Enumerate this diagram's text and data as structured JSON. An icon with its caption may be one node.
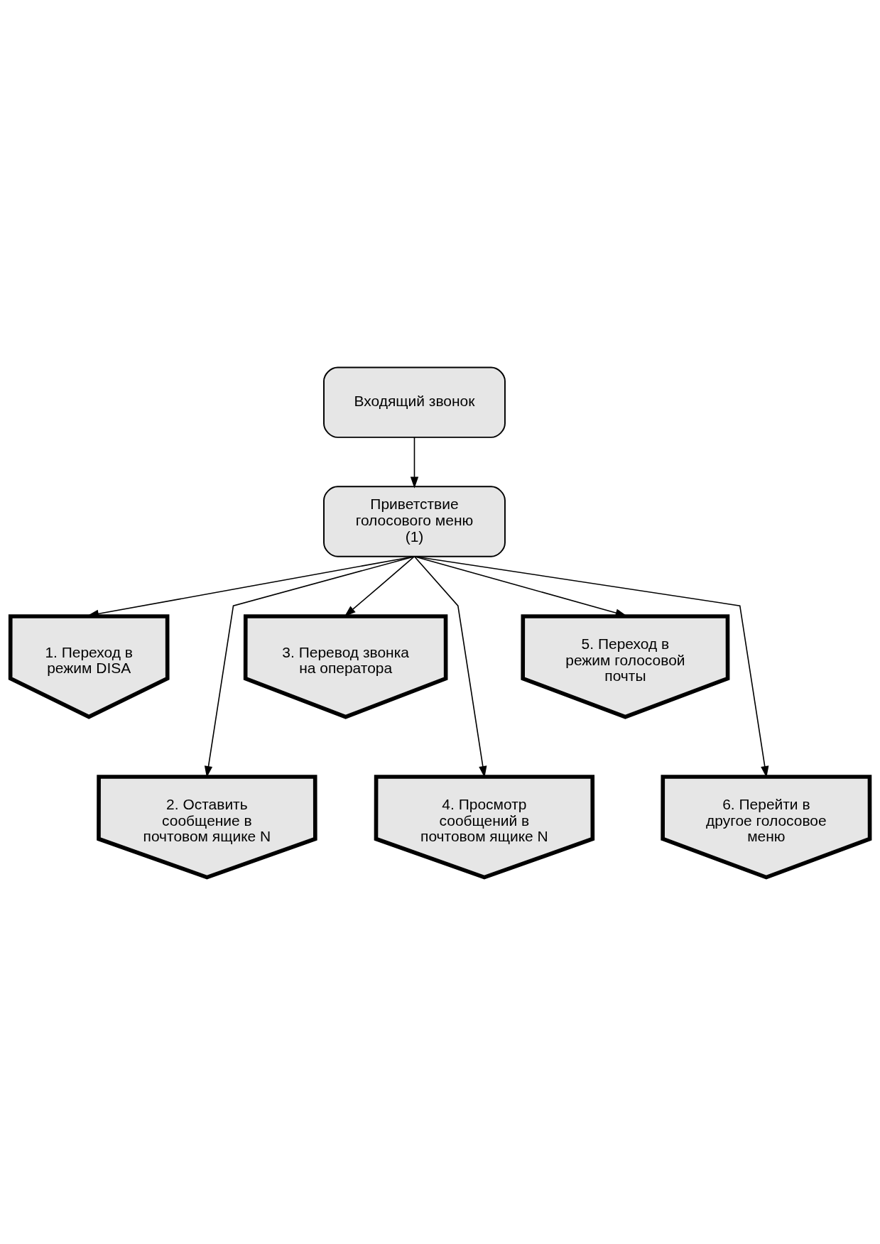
{
  "diagram": {
    "nodes": [
      {
        "text": [
          "Входящий звонок"
        ]
      },
      {
        "text": [
          "Приветствие голосового меню (1)"
        ]
      },
      {
        "text": [
          "1. Переход в режим DISA"
        ]
      },
      {
        "text": [
          "2. Оставить сообщение в почтовом ящике N"
        ]
      },
      {
        "text": [
          "3. Перевод звонка на оператора"
        ]
      },
      {
        "text": [
          "4. Просмотр сообщений в почтовом ящике N"
        ]
      },
      {
        "text": [
          "5. Переход в режим голосовой почты"
        ]
      },
      {
        "text": [
          "6. Перейти в другое голосовое меню"
        ]
      }
    ],
    "edges": [
      {
        "from": 0,
        "to": 1,
        "arrow": "to"
      },
      {
        "from": 1,
        "to": 2,
        "arrow": "to"
      },
      {
        "from": 1,
        "to": 3,
        "arrow": "to"
      },
      {
        "from": 1,
        "to": 4,
        "arrow": "to"
      },
      {
        "from": 1,
        "to": 5,
        "arrow": "to"
      },
      {
        "from": 1,
        "to": 6,
        "arrow": "to"
      },
      {
        "from": 1,
        "to": 7,
        "arrow": "to"
      }
    ]
  }
}
